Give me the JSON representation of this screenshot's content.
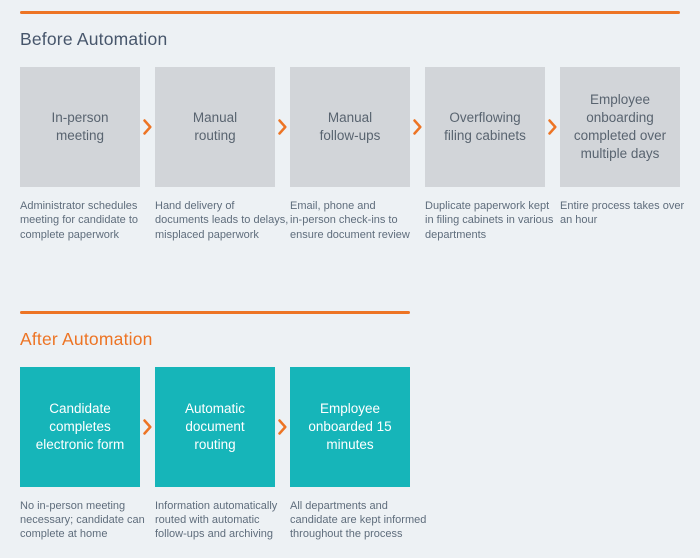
{
  "theme": {
    "background": "#edf1f4",
    "accent_orange": "#ed7424",
    "teal": "#16b5b9",
    "gray_box": "#d2d5d9",
    "title_color": "#47566b",
    "box_label_color": "#596470",
    "description_color": "#5f6d7c",
    "box_text_light": "#ffffff"
  },
  "icons": {
    "step_separator": "chevron-right-icon"
  },
  "sections": [
    {
      "id": "before",
      "title": "Before Automation",
      "steps": [
        {
          "label": "In-person\nmeeting",
          "description": "Administrator schedules\nmeeting for candidate to\ncomplete paperwork"
        },
        {
          "label": "Manual\nrouting",
          "description": "Hand delivery of\ndocuments leads to delays,\nmisplaced paperwork"
        },
        {
          "label": "Manual\nfollow-ups",
          "description": "Email, phone and\nin-person check-ins to\nensure document review"
        },
        {
          "label": "Overflowing\nfiling cabinets",
          "description": "Duplicate paperwork kept\nin filing cabinets in various\ndepartments"
        },
        {
          "label": "Employee\nonboarding\ncompleted over\nmultiple days",
          "description": "Entire process takes over\nan hour"
        }
      ]
    },
    {
      "id": "after",
      "title": "After Automation",
      "steps": [
        {
          "label": "Candidate\ncompletes\nelectronic form",
          "description": "No in-person meeting\nnecessary; candidate can\ncomplete at home"
        },
        {
          "label": "Automatic\ndocument\nrouting",
          "description": "Information automatically\nrouted with automatic\nfollow-ups and archiving"
        },
        {
          "label": "Employee\nonboarded 15\nminutes",
          "description": "All departments and\ncandidate are kept informed\nthroughout the process"
        }
      ]
    }
  ]
}
